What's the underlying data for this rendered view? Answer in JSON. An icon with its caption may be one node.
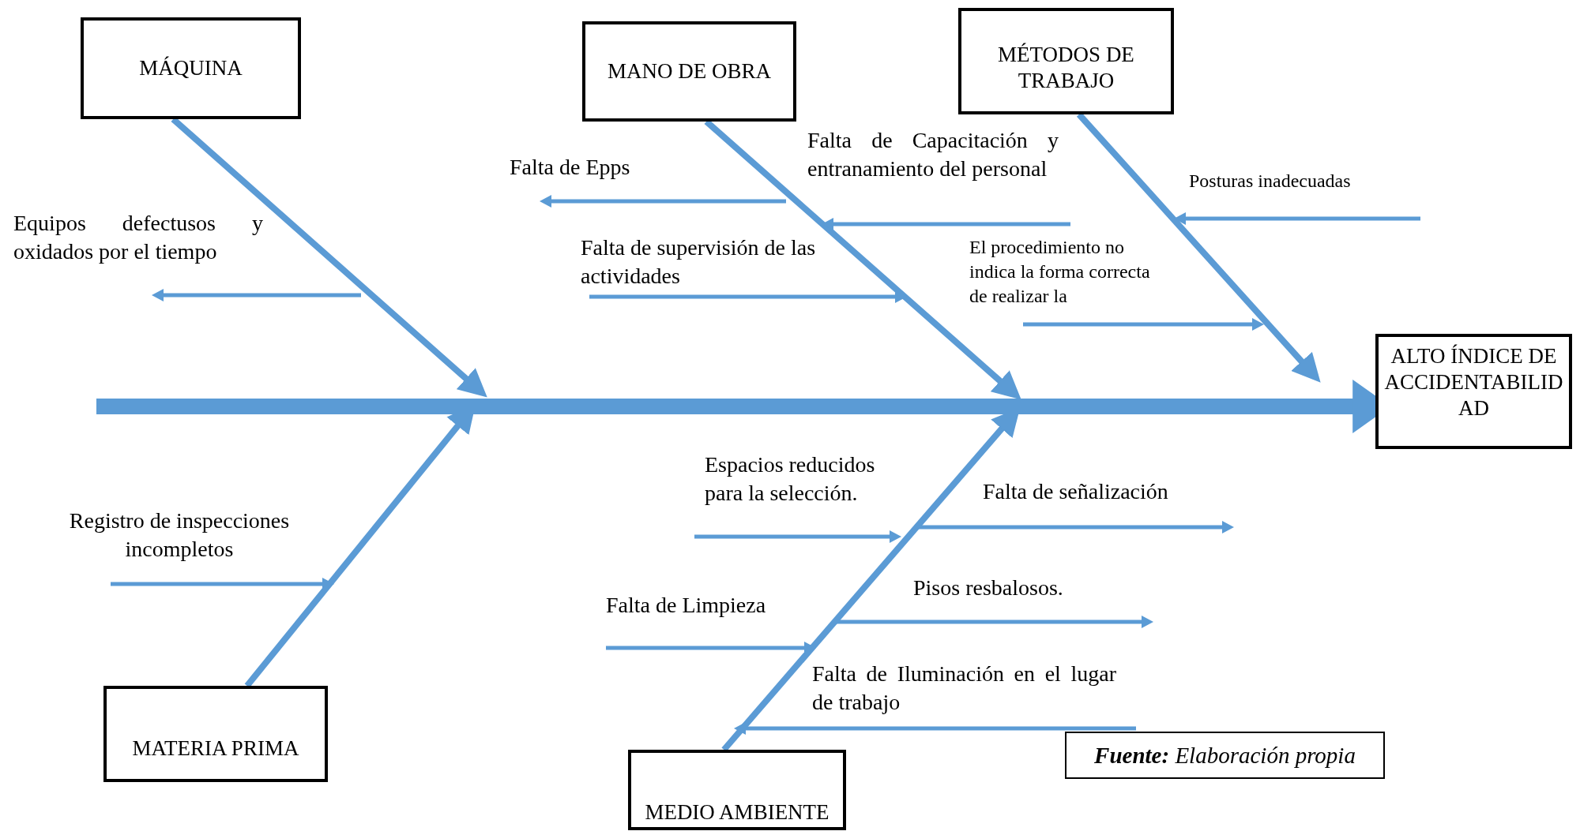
{
  "diagram": {
    "caption": "**Fuente:** Elaboración propia",
    "nodes": [
      {
        "text": [
          "MÁQUINA"
        ]
      },
      {
        "text": [
          "MANO DE OBRA"
        ]
      },
      {
        "text": [
          "MÉTODOS DE TRABAJO"
        ]
      },
      {
        "text": [
          "ALTO ÍNDICE DE ACCIDENTABILIDAD"
        ]
      },
      {
        "text": [
          "MATERIA PRIMA"
        ]
      },
      {
        "text": [
          "MEDIO AMBIENTE"
        ]
      }
    ],
    "edges": [
      {
        "from": 0,
        "to": null,
        "arrow": "to"
      },
      {
        "from": 1,
        "to": null,
        "arrow": "to"
      },
      {
        "from": 2,
        "to": null,
        "arrow": "to"
      },
      {
        "from": 4,
        "to": null,
        "arrow": "to"
      },
      {
        "from": 5,
        "to": null,
        "arrow": "to"
      },
      {
        "from": null,
        "to": 3,
        "arrow": "to",
        "style": "thick"
      }
    ],
    "labels": [
      "Falta de Capacitación y entranamiento del personal",
      "Falta de Epps",
      "Posturas inadecuadas",
      "Equipos defectusos y oxidados por el tiempo",
      "Falta de supervisión de las actividades",
      "El procedimiento no indica la forma correcta de realizar la",
      "Espacios reducidos para la selección.",
      "Falta de señalización",
      "Registro de inspecciones incompletos",
      "Pisos resbalosos.",
      "Falta de Limpieza",
      "Falta de Iluminación en el lugar de trabajo"
    ]
  }
}
